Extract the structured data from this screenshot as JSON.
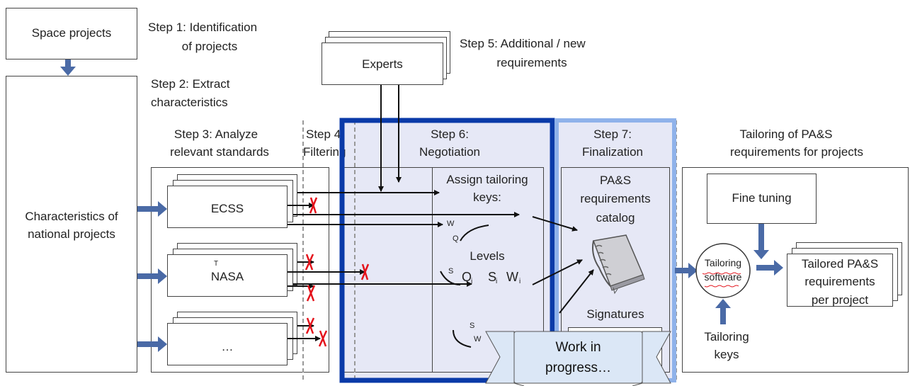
{
  "boxes": {
    "space_projects": "Space projects",
    "characteristics_line1": "Characteristics of",
    "characteristics_line2": "national projects",
    "experts": "Experts",
    "ecss": "ECSS",
    "nasa": "NASA",
    "other": "…",
    "fine_tuning": "Fine tuning",
    "tailoring_software_line1": "Tailoring",
    "tailoring_software_line2": "software",
    "tailoring_keys_line1": "Tailoring",
    "tailoring_keys_line2": "keys",
    "tailored_line1": "Tailored PA&S",
    "tailored_line2": "requirements",
    "tailored_line3": "per project"
  },
  "steps": {
    "step1_line1": "Step 1: Identification",
    "step1_line2": "of projects",
    "step2_line1": "Step 2: Extract",
    "step2_line2": "characteristics",
    "step3_line1": "Step 3: Analyze",
    "step3_line2": "relevant standards",
    "step4_line1": "Step 4:",
    "step4_line2": "Filtering",
    "step5_line1": "Step 5: Additional / new",
    "step5_line2": "requirements",
    "step6_line1": "Step 6:",
    "step6_line2": "Negotiation",
    "step7_line1": "Step 7:",
    "step7_line2": "Finalization",
    "tailoring_line1": "Tailoring of PA&S",
    "tailoring_line2": "requirements for projects"
  },
  "negotiation": {
    "assign_line1": "Assign tailoring",
    "assign_line2": "keys:",
    "levels": "Levels",
    "level_q": "Q",
    "level_s": "S",
    "level_w": "W",
    "sub_i": "i",
    "small_w": "W",
    "small_q": "Q",
    "small_s": "S",
    "small_t": "T"
  },
  "finalization": {
    "catalog_line1": "PA&S",
    "catalog_line2": "requirements",
    "catalog_line3": "catalog",
    "signatures": "Signatures"
  },
  "banner": {
    "line1": "Work in",
    "line2": "progress…"
  },
  "colors": {
    "dark_blue": "#0a3aa8",
    "light_blue": "#8fb2ea",
    "panel_fill": "#e6e8f6",
    "arrow_blue": "#4a6aa6",
    "red_x": "#e4131b",
    "banner_fill": "#dbe7f6"
  }
}
